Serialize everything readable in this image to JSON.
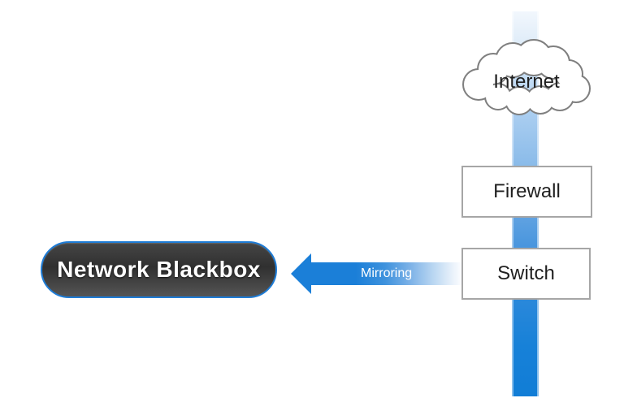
{
  "canvas": {
    "background": "#ffffff"
  },
  "nodes": {
    "internet": {
      "label": "Internet",
      "shape": "cloud"
    },
    "firewall": {
      "label": "Firewall",
      "shape": "rectangle"
    },
    "switch": {
      "label": "Switch",
      "shape": "rectangle"
    },
    "blackbox": {
      "label": "Network Blackbox",
      "shape": "rounded-pill"
    }
  },
  "edges": {
    "mirroring": {
      "label": "Mirroring",
      "direction": "left"
    }
  },
  "colors": {
    "pipe_top": "#f2f7fd",
    "pipe_bottom": "#117dd6",
    "arrow_blue": "#1b7fd8",
    "cloud_outline": "#7f7f7f",
    "box_border": "#a6a6a6",
    "pill_border": "#1e7cd6",
    "pill_fill_dark": "#303030",
    "text_dark": "#1f1f1f",
    "text_light": "#ffffff"
  }
}
